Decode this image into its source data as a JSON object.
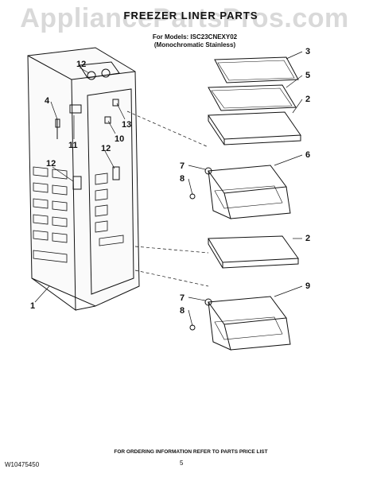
{
  "watermark": "AppliancePartsPros.com",
  "header": {
    "title": "FREEZER LINER PARTS",
    "models": "For Models: ISC23CNEXY02",
    "variant": "(Monochromatic Stainless)"
  },
  "callouts": [
    "3",
    "5",
    "2",
    "6",
    "7",
    "8",
    "2",
    "9",
    "7",
    "8",
    "12",
    "4",
    "11",
    "13",
    "10",
    "12",
    "12",
    "1"
  ],
  "footer": {
    "ordering_note": "FOR ORDERING INFORMATION REFER TO PARTS PRICE LIST",
    "doc_number": "W10475450",
    "page_number": "5"
  }
}
